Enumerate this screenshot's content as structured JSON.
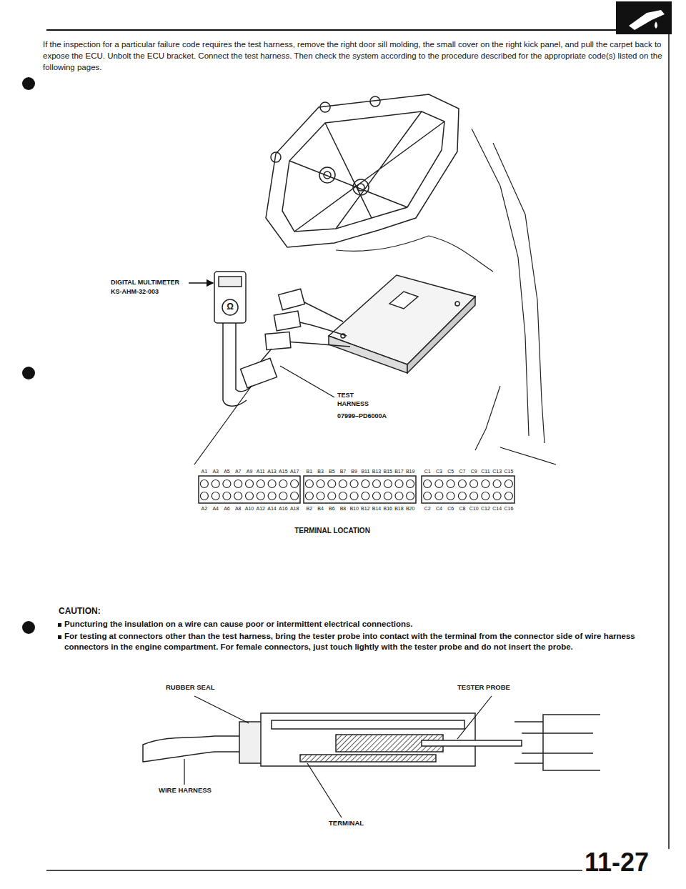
{
  "diagram": {
    "labels": [
      "If the inspection for a particular failure code requires the test harness, remove the right door sill molding, the small cover on the right kick panel, and pull the carpet back to expose the ECU. Unbolt the ECU bracket. Connect the test harness. Then check the system according to the procedure described for the appropriate code(s) listed on the following pages.",
      "DIGITAL MULTIMETER",
      "KS-AHM-32-003",
      "TEST HARNESS",
      "07999–PD6000A",
      "A1",
      "A3",
      "A5",
      "A7",
      "A9",
      "A11",
      "A13",
      "A15",
      "A17",
      "B1",
      "B3",
      "B5",
      "B7",
      "B9",
      "B11",
      "B13",
      "B15",
      "B17",
      "B19",
      "C1",
      "C3",
      "C5",
      "C7",
      "C9",
      "C11",
      "C13",
      "C15",
      "A2",
      "A4",
      "A6",
      "A8",
      "A10",
      "A12",
      "A14",
      "A16",
      "A18",
      "B2",
      "B4",
      "B6",
      "B8",
      "B10",
      "B12",
      "B14",
      "B16",
      "B18",
      "B20",
      "C2",
      "C4",
      "C6",
      "C8",
      "C10",
      "C12",
      "C14",
      "C16",
      "TERMINAL LOCATION",
      "CAUTION:",
      "Puncturing the insulation on a wire can cause poor or intermittent electrical connections.",
      "For testing at connectors other than the test harness, bring the tester probe into contact with the terminal from the connector side of wire harness connectors in the engine compartment. For female connectors, just touch lightly with the tester probe and do not insert the probe.",
      "RUBBER SEAL",
      "TESTER PROBE",
      "WIRE HARNESS",
      "TERMINAL",
      "11-27",
      "Ω"
    ]
  }
}
